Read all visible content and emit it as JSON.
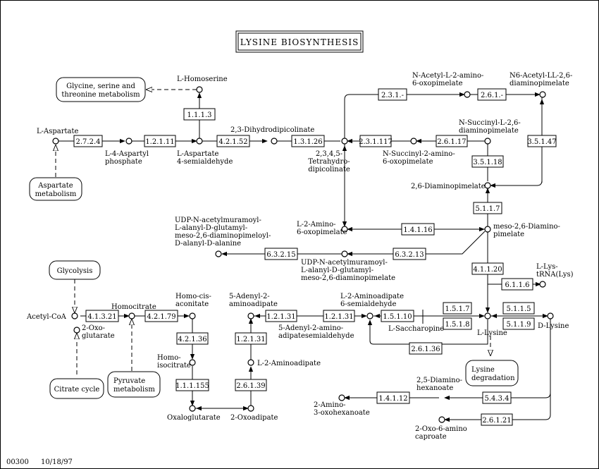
{
  "title": "LYSINE BIOSYNTHESIS",
  "footer": {
    "map_id": "00300",
    "date": "10/18/97"
  },
  "enzymes": {
    "e2724": "2.7.2.4",
    "e12111": "1.2.1.11",
    "e1113": "1.1.1.3",
    "e42152": "4.2.1.52",
    "e13126": "1.3.1.26",
    "e231": "2.3.1.-",
    "e261": "2.6.1.-",
    "e231117": "2.3.1.117",
    "e26117": "2.6.1.17",
    "e35118": "3.5.1.18",
    "e35147": "3.5.1.47",
    "e5117": "5.1.1.7",
    "e14116": "1.4.1.16",
    "e63215": "6.3.2.15",
    "e63213": "6.3.2.13",
    "e41120": "4.1.1.20",
    "e6116": "6.1.1.6",
    "e41321": "4.1.3.21",
    "e42179": "4.2.1.79",
    "e42136": "4.2.1.36",
    "e111155": "1.1.1.155",
    "e12131a": "1.2.1.31",
    "e12131b": "1.2.1.31",
    "e12131c": "1.2.1.31",
    "e26139": "2.6.1.39",
    "e15110": "1.5.1.10",
    "e1517": "1.5.1.7",
    "e1518": "1.5.1.8",
    "e5115": "5.1.1.5",
    "e5119": "5.1.1.9",
    "e26136": "2.6.1.36",
    "e5434": "5.4.3.4",
    "e14112": "1.4.1.12",
    "e26121": "2.6.1.21"
  },
  "maps": {
    "glycine": [
      "Glycine, serine and",
      "threonine metabolism"
    ],
    "aspartate": [
      "Aspartate",
      "metabolism"
    ],
    "glycolysis": [
      "Glycolysis"
    ],
    "citrate": [
      "Citrate cycle"
    ],
    "pyruvate": [
      "Pyruvate",
      "metabolism"
    ],
    "lysdeg": [
      "Lysine",
      "degradation"
    ]
  },
  "labels": {
    "l_asp": [
      "L-Aspartate"
    ],
    "l_asp4p": [
      "L-4-Aspartyl",
      "phosphate"
    ],
    "l_homoser": [
      "L-Homoserine"
    ],
    "l_asp_sa": [
      "L-Aspartate",
      "4-semialdehyde"
    ],
    "dhdp": [
      "2,3-Dihydrodipicolinate"
    ],
    "thdp": [
      "2,3,4,5-",
      "Tetrahydro-",
      "dipicolinate"
    ],
    "nacet_oxo": [
      "N-Acetyl-L-2-amino-",
      "6-oxopimelate"
    ],
    "n6acet": [
      "N6-Acetyl-LL-2,6-",
      "diaminopimelate"
    ],
    "nsucc_dap": [
      "N-Succinyl-L-2,6-",
      "diaminopimelate"
    ],
    "nsucc_oxo": [
      "N-Succinyl-2-amino-",
      "6-oxopimelate"
    ],
    "dap26": [
      "2,6-Diaminopimelate"
    ],
    "l2amino6oxo": [
      "L-2-Amino-",
      "6-oxopimelate"
    ],
    "meso_dap": [
      "meso-2,6-Diamino-",
      "pimelate"
    ],
    "udp_long": [
      "UDP-N-acetylmuramoyl-",
      "L-alanyl-D-glutamyl-",
      "meso-2,6-diaminopimeloyl-",
      "D-alanyl-D-alanine"
    ],
    "udp_short": [
      "UDP-N-acetylmuramoyl-",
      "L-alanyl-D-glutamyl-",
      "meso-2,6-diaminopimelate"
    ],
    "acetyl_coa": [
      "Acetyl-CoA"
    ],
    "oxoglut": [
      "2-Oxo-",
      "glutarate"
    ],
    "homocitrate": [
      "Homocitrate"
    ],
    "homocisacon": [
      "Homo-cis-",
      "aconitate"
    ],
    "homoisocit": [
      "Homo-",
      "isocitrate"
    ],
    "oxalogl": [
      "Oxaloglutarate"
    ],
    "oxoadipate": [
      "2-Oxoadipate"
    ],
    "adenyl": [
      "5-Adenyl-2-",
      "aminoadipate"
    ],
    "adenyl_sa": [
      "5-Adenyl-2-amino-",
      "adipatesemialdehyde"
    ],
    "l2aminoad": [
      "L-2-Aminoadipate"
    ],
    "l2aminoad_sa": [
      "L-2-Aminoadipate",
      "6-semialdehyde"
    ],
    "sacch": [
      "L-Saccharopine"
    ],
    "lysine": [
      "L-Lysine"
    ],
    "d_lysine": [
      "D-Lysine"
    ],
    "lys_trna": [
      "L-Lys-",
      "tRNA(Lys)"
    ],
    "diaminohex": [
      "2,5-Diamino-",
      "hexanoate"
    ],
    "amino3oxo": [
      "2-Amino-",
      "3-oxohexanoate"
    ],
    "oxo6amino": [
      "2-Oxo-6-amino",
      "caproate"
    ]
  }
}
